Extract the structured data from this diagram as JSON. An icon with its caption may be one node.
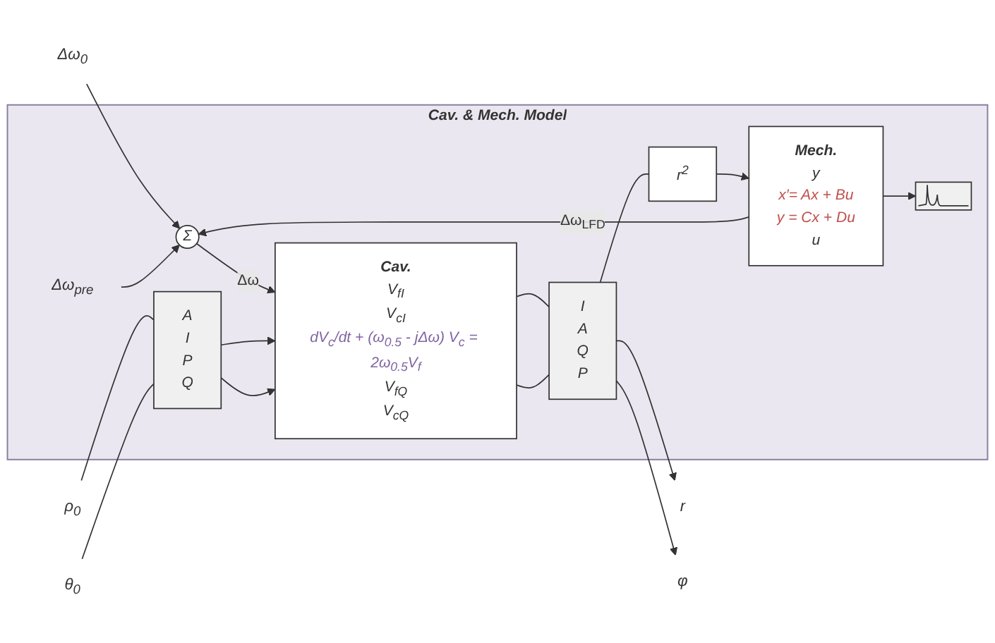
{
  "diagram": {
    "nodes": [
      {
        "text": [
          "Cav. & Mech. Model"
        ]
      },
      {
        "text": [
          "Δω$_{0}$"
        ]
      },
      {
        "text": [
          "Δω$_{pre}$"
        ],
        "in": 0
      },
      {
        "text": [
          "Σ"
        ],
        "in": 0
      },
      {
        "text": [
          "Mech.",
          "y",
          "x′= Ax + Bu",
          "y = Cx + Du",
          "u"
        ],
        "in": 0
      },
      {
        "text": [],
        "shape": "picture",
        "in": 0
      },
      {
        "text": [
          "r$^{2}$"
        ],
        "in": 0
      },
      {
        "text": [
          "ρ$_{0}$"
        ]
      },
      {
        "text": [
          "θ$_{0}$"
        ]
      },
      {
        "text": [
          "A",
          "I",
          "P",
          "Q"
        ],
        "in": 0
      },
      {
        "text": [
          "Cav.",
          "V$_{fI}$",
          "V$_{cI}$",
          "dV$_{c}$/dt + (ω$_{0.5}$ - jΔω) V$_{c}$ = 2ω$_{0.5}$V$_{f}$",
          "V$_{fQ}$",
          "V$_{cQ}$"
        ],
        "in": 0
      },
      {
        "text": [
          "I",
          "A",
          "Q",
          "P"
        ],
        "in": 0
      },
      {
        "text": [
          "r"
        ]
      },
      {
        "text": [
          "φ"
        ]
      }
    ],
    "edges": [
      {
        "from": 1,
        "to": 3,
        "arrow": "to"
      },
      {
        "from": 2,
        "to": 3,
        "arrow": "to"
      },
      {
        "from": 4,
        "to": 3,
        "arrow": "to",
        "label": "Δω$_{LFD}$"
      },
      {
        "from": 3,
        "to": 10,
        "arrow": "to",
        "label": "Δω"
      },
      {
        "from": 4,
        "to": 5,
        "arrow": "to"
      },
      {
        "from": 6,
        "to": 4,
        "arrow": "to"
      },
      {
        "from": 7,
        "to": 9,
        "arrow": "none"
      },
      {
        "from": 8,
        "to": 9,
        "arrow": "none"
      },
      {
        "from": 9,
        "to": 10,
        "arrow": "to"
      },
      {
        "from": 9,
        "to": 10,
        "arrow": "to"
      },
      {
        "from": 10,
        "to": 11,
        "arrow": "none"
      },
      {
        "from": 10,
        "to": 11,
        "arrow": "none"
      },
      {
        "from": 11,
        "to": 6,
        "arrow": "none"
      },
      {
        "from": 11,
        "to": 12,
        "arrow": "to"
      },
      {
        "from": 11,
        "to": 13,
        "arrow": "to"
      }
    ]
  }
}
